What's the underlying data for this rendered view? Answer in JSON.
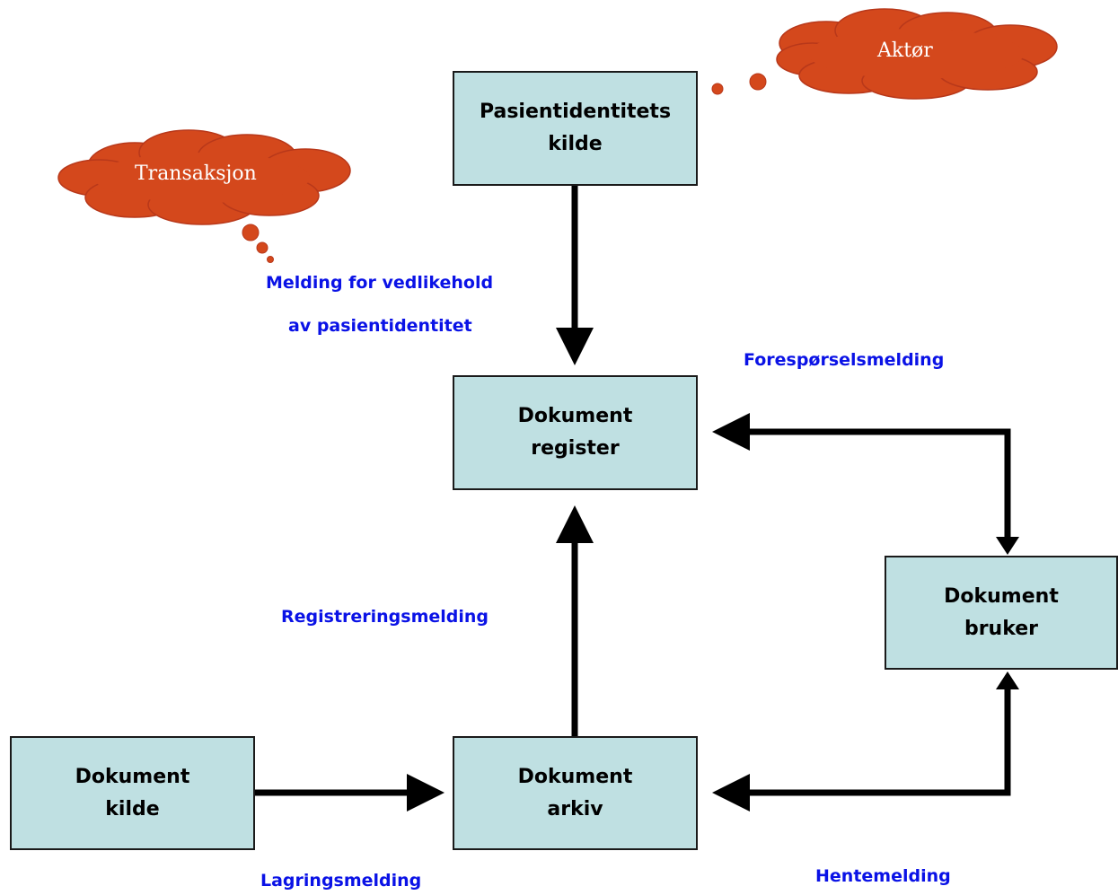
{
  "boxes": {
    "pasient": "Pasientidentitets\nkilde",
    "register": "Dokument\nregister",
    "bruker": "Dokument\nbruker",
    "kilde": "Dokument\nkilde",
    "arkiv": "Dokument\narkiv"
  },
  "messages": {
    "vedlikehold_line1": "Melding for vedlikehold",
    "vedlikehold_line2": "av pasientidentitet",
    "foresporsel": "Forespørselsmelding",
    "registrering": "Registreringsmelding",
    "lagring": "Lagringsmelding",
    "hente": "Hentemelding"
  },
  "clouds": {
    "transaksjon": "Transaksjon",
    "aktor": "Aktør"
  },
  "colors": {
    "box_fill": "#bfe0e2",
    "message_text": "#0a12e6",
    "cloud_fill": "#d4481c",
    "arrow": "#000000"
  }
}
